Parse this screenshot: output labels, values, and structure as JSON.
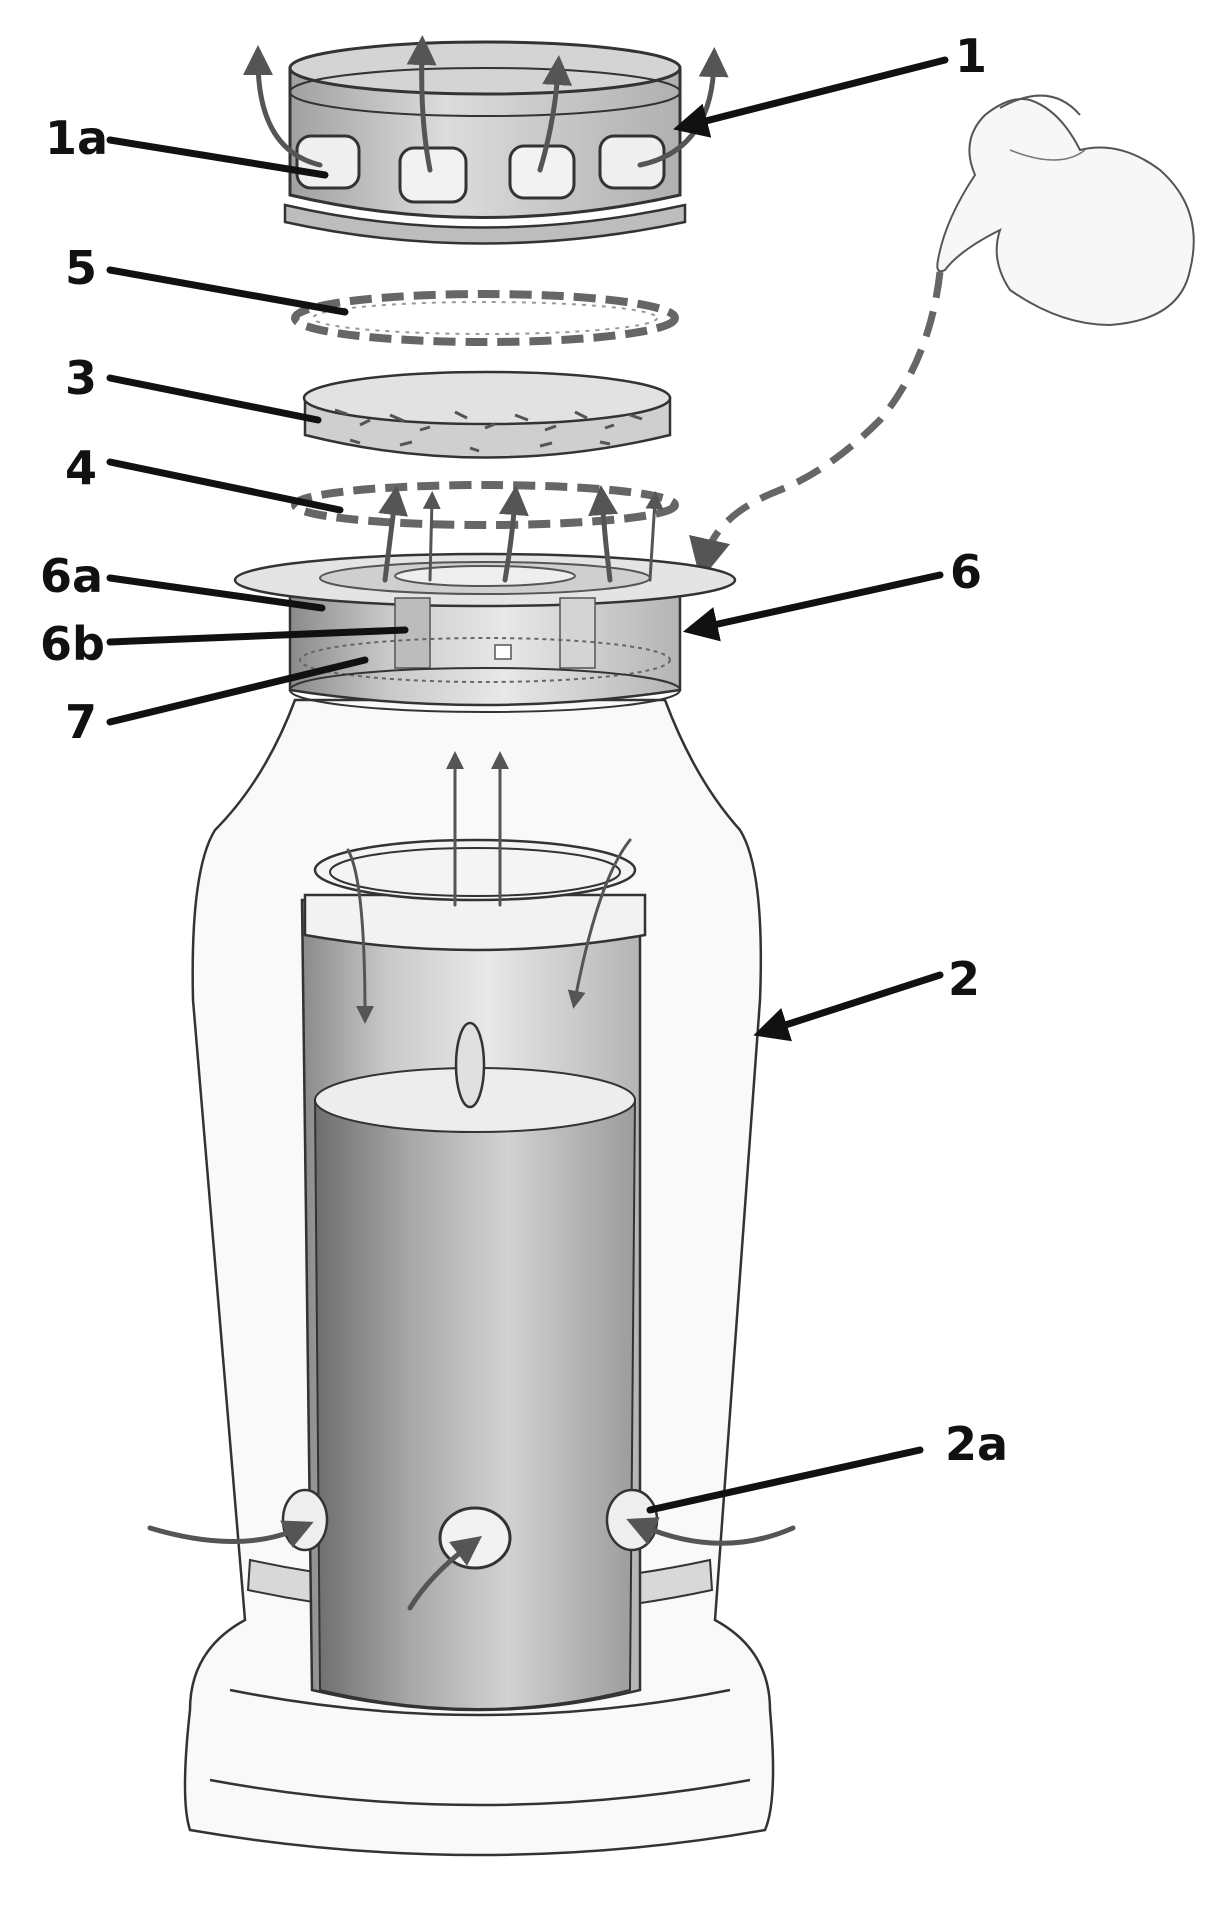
{
  "labels": {
    "l1": "1",
    "l1a": "1a",
    "l2": "2",
    "l2a": "2a",
    "l3": "3",
    "l4": "4",
    "l5": "5",
    "l6": "6",
    "l6a": "6a",
    "l6b": "6b",
    "l7": "7"
  },
  "colors": {
    "ink": "#111111",
    "line": "#333333",
    "flow_arrow": "#555555",
    "liquid": "#9a9a9a",
    "shade_light": "#e6e6e6",
    "shade_mid": "#c8c8c8"
  },
  "icons": [
    "pitcher-icon"
  ]
}
